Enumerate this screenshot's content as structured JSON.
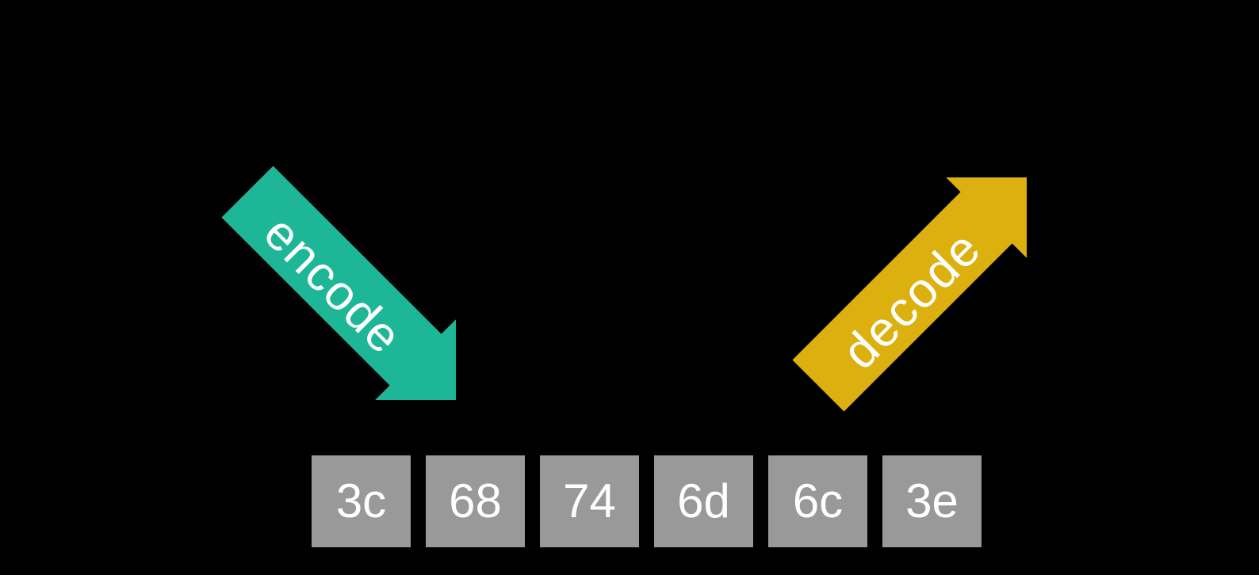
{
  "colors": {
    "background": "#000000",
    "encode_arrow": "#1db798",
    "decode_arrow": "#dcb00e",
    "byte_box": "#999999",
    "label_text": "#ffffff"
  },
  "arrows": {
    "encode": {
      "label": "encode",
      "direction": "down-right"
    },
    "decode": {
      "label": "decode",
      "direction": "up-right"
    }
  },
  "bytes": {
    "values": [
      "3c",
      "68",
      "74",
      "6d",
      "6c",
      "3e"
    ]
  }
}
